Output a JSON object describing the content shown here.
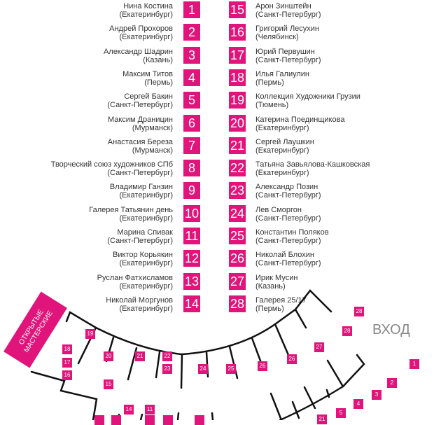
{
  "legend": {
    "left": [
      {
        "num": "1",
        "name": "Нина Костина",
        "city": "(Екатеринбург)"
      },
      {
        "num": "2",
        "name": "Андрей Прохоров",
        "city": "(Екатеринбург)"
      },
      {
        "num": "3",
        "name": "Александр Шадрин",
        "city": "(Казань)"
      },
      {
        "num": "4",
        "name": "Максим Титов",
        "city": "(Пермь)"
      },
      {
        "num": "5",
        "name": "Сергей Бакин",
        "city": "(Санкт-Петербург)"
      },
      {
        "num": "6",
        "name": "Максим Драницин",
        "city": "(Мурманск)"
      },
      {
        "num": "7",
        "name": "Анастасия Береза",
        "city": "(Мурманск)"
      },
      {
        "num": "8",
        "name": "Творческий союз художников СПб",
        "city": "(Санкт-Петербург)"
      },
      {
        "num": "9",
        "name": "Владимир Ганзин",
        "city": "(Екатеринбург)"
      },
      {
        "num": "10",
        "name": "Галерея Татьянин день",
        "city": "(Екатеринбург)"
      },
      {
        "num": "11",
        "name": "Марина Спивак",
        "city": "(Санкт-Петербург)"
      },
      {
        "num": "12",
        "name": "Виктор Корьякин",
        "city": "(Екатеринбург)"
      },
      {
        "num": "13",
        "name": "Руслан Фатхисламов",
        "city": "(Екатеринбург)"
      },
      {
        "num": "14",
        "name": "Николай Моргунов",
        "city": "(Екатеринбург)"
      }
    ],
    "right": [
      {
        "num": "15",
        "name": "Арон Зинштейн",
        "city": "(Санкт-Петербург)"
      },
      {
        "num": "16",
        "name": "Григорий Лесухин",
        "city": "(Челябинск)"
      },
      {
        "num": "17",
        "name": "Юрий Первушин",
        "city": "(Санкт-Петербург)"
      },
      {
        "num": "18",
        "name": "Илья Галиулин",
        "city": "(Пермь)"
      },
      {
        "num": "19",
        "name": "Коллекция Художники Грузии",
        "city": "(Тюмень)"
      },
      {
        "num": "20",
        "name": "Катерина Поединщикова",
        "city": "(Екатеринбург)"
      },
      {
        "num": "21",
        "name": "Сергей Лаушкин",
        "city": "(Екатеринбург)"
      },
      {
        "num": "22",
        "name": "Татьяна Завьялова-Кашковская",
        "city": "(Екатеринбург)"
      },
      {
        "num": "23",
        "name": "Александр Позин",
        "city": "(Санкт-Петербург)"
      },
      {
        "num": "24",
        "name": "Лев Сморгон",
        "city": "(Санкт-Петербург)"
      },
      {
        "num": "25",
        "name": "Константин Поляков",
        "city": "(Санкт-Петербург)"
      },
      {
        "num": "26",
        "name": "Николай Блохин",
        "city": "(Санкт-Петербург)"
      },
      {
        "num": "27",
        "name": "Ирик Мусин",
        "city": "(Казань)"
      },
      {
        "num": "28",
        "name": "Галерея 25/17",
        "city": "(Пермь)"
      }
    ]
  },
  "map": {
    "studio_line1": "ОТКРЫТЫЕ",
    "studio_line2": "МАСТЕРСКИЕ",
    "entrance": "ВХОД",
    "booths": [
      "19",
      "18",
      "17",
      "16",
      "15",
      "20",
      "21",
      "22",
      "23",
      "24",
      "25",
      "26",
      "26",
      "27",
      "28",
      "28",
      "1",
      "2",
      "3",
      "4",
      "5",
      "14",
      "11",
      "21"
    ]
  },
  "colors": {
    "accent": "#e0147a",
    "text": "#333333",
    "entrance": "#888888"
  }
}
